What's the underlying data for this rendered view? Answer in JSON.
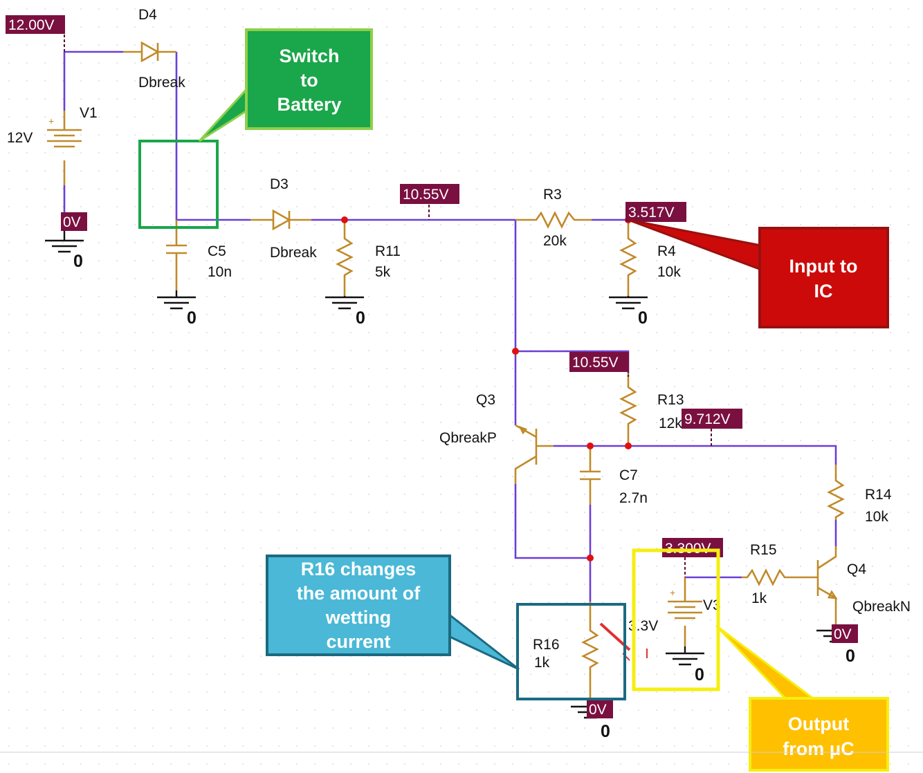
{
  "voltage_markers": {
    "v_12": "12.00V",
    "v_0a": "0V",
    "v_1055a": "10.55V",
    "v_3517": "3.517V",
    "v_1055b": "10.55V",
    "v_9712": "9.712V",
    "v_3300": "3.300V",
    "v_0b": "0V",
    "v_0c": "0V"
  },
  "labels": {
    "d4": "D4",
    "d4_model": "Dbreak",
    "v1": "V1",
    "v1_val": "12V",
    "d3": "D3",
    "d3_model": "Dbreak",
    "c5": "C5",
    "c5_val": "10n",
    "r11": "R11",
    "r11_val": "5k",
    "r3": "R3",
    "r3_val": "20k",
    "r4": "R4",
    "r4_val": "10k",
    "q3": "Q3",
    "q3_model": "QbreakP",
    "r13": "R13",
    "r13_val": "12k",
    "c7": "C7",
    "c7_val": "2.7n",
    "r14": "R14",
    "r14_val": "10k",
    "r15": "R15",
    "r15_val": "1k",
    "q4": "Q4",
    "q4_model": "QbreakN",
    "v3": "V3",
    "v3_val": "3.3V",
    "r16": "R16",
    "r16_val": "1k",
    "ground": "0"
  },
  "callouts": {
    "switch_battery": [
      "Switch",
      "to",
      "Battery"
    ],
    "input_ic": [
      "Input to",
      "IC"
    ],
    "r16_note": [
      "R16 changes",
      "the amount of",
      "wetting",
      "current"
    ],
    "output_uc": [
      "Output",
      "from μC"
    ]
  },
  "colors": {
    "wire": "#6a3fd6",
    "component": "#c08a2a",
    "marker_bg": "#7a1040",
    "green_callout": "#1aa64a",
    "red_callout": "#cc0a0a",
    "blue_callout": "#4ab8d6",
    "yellow_callout": "#ffc000",
    "yellow_frame": "#f5ee10"
  }
}
